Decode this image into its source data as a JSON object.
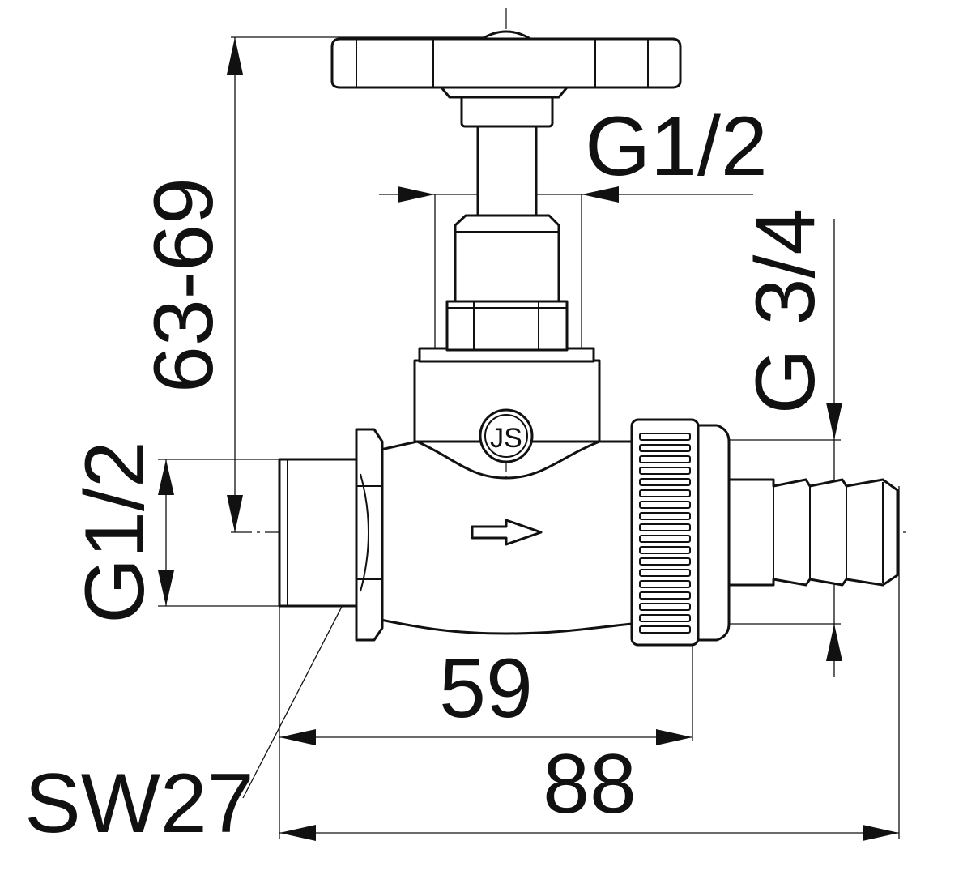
{
  "dimensions": {
    "height_range": "63-69",
    "stem_thread": "G1/2",
    "inlet_thread": "G1/2",
    "union_thread": "G 3/4",
    "union_length": "59",
    "overall_length": "88",
    "wrench_size": "SW27"
  },
  "markings": {
    "manufacturer_logo": "JS",
    "flow_arrow_icon": "arrow-right-icon"
  }
}
